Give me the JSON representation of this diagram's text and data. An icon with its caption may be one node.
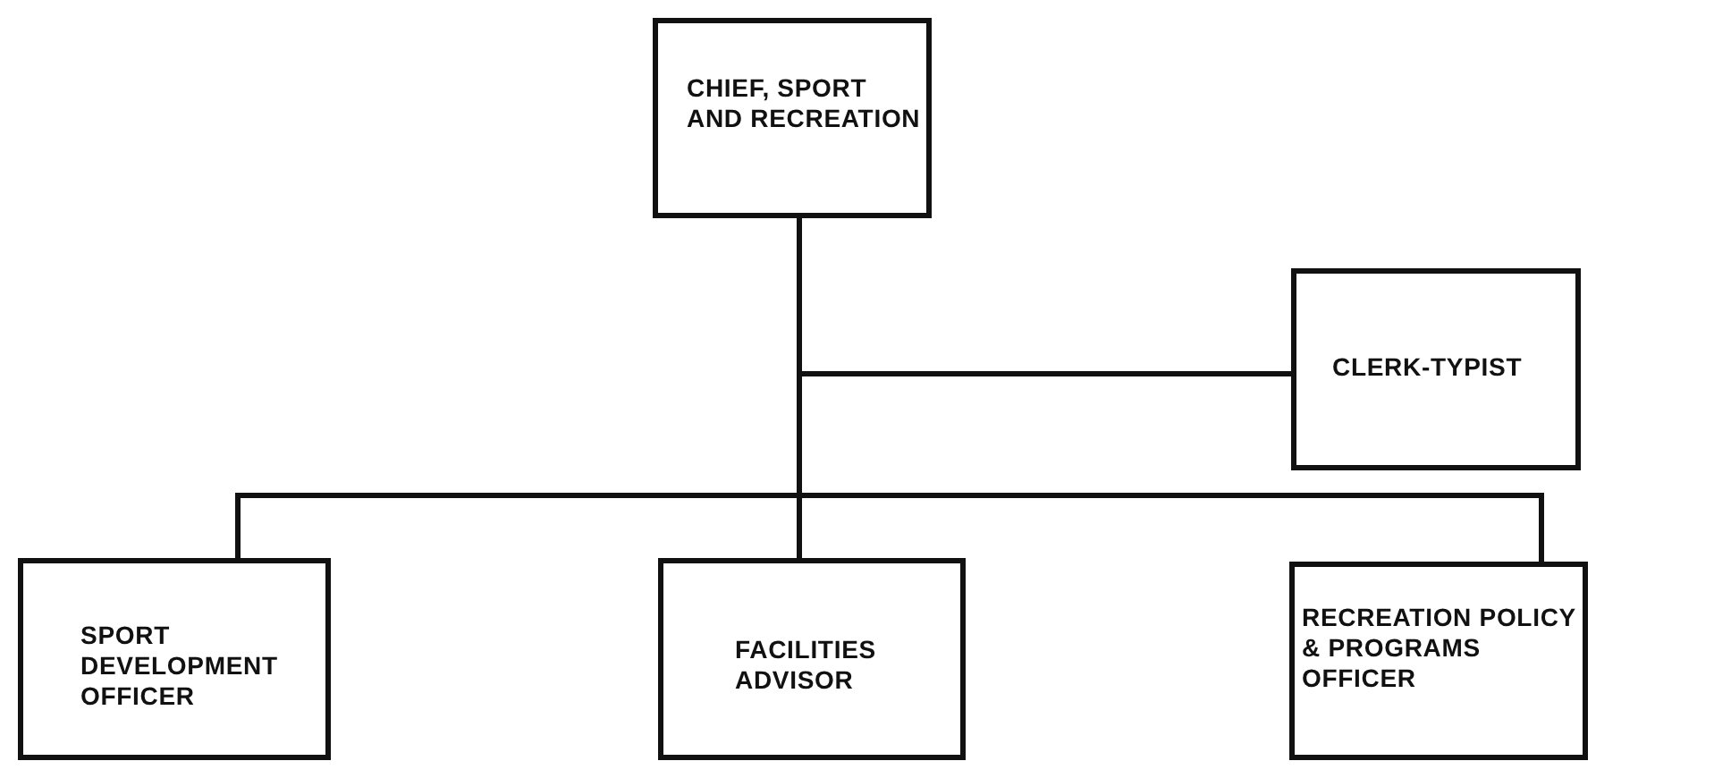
{
  "diagram": {
    "nodes": [
      {
        "text": [
          "CHIEF, SPORT AND RECREATION"
        ]
      },
      {
        "text": [
          "CLERK-TYPIST"
        ]
      },
      {
        "text": [
          "SPORT DEVELOPMENT OFFICER"
        ]
      },
      {
        "text": [
          "FACILITIES ADVISOR"
        ]
      },
      {
        "text": [
          "RECREATION POLICY & PROGRAMS OFFICER"
        ]
      }
    ],
    "edges": [
      {
        "from": 0,
        "to": 1,
        "arrow": "none"
      },
      {
        "from": 0,
        "to": 2,
        "arrow": "none"
      },
      {
        "from": 0,
        "to": 3,
        "arrow": "none"
      },
      {
        "from": 0,
        "to": 4,
        "arrow": "none"
      }
    ]
  }
}
